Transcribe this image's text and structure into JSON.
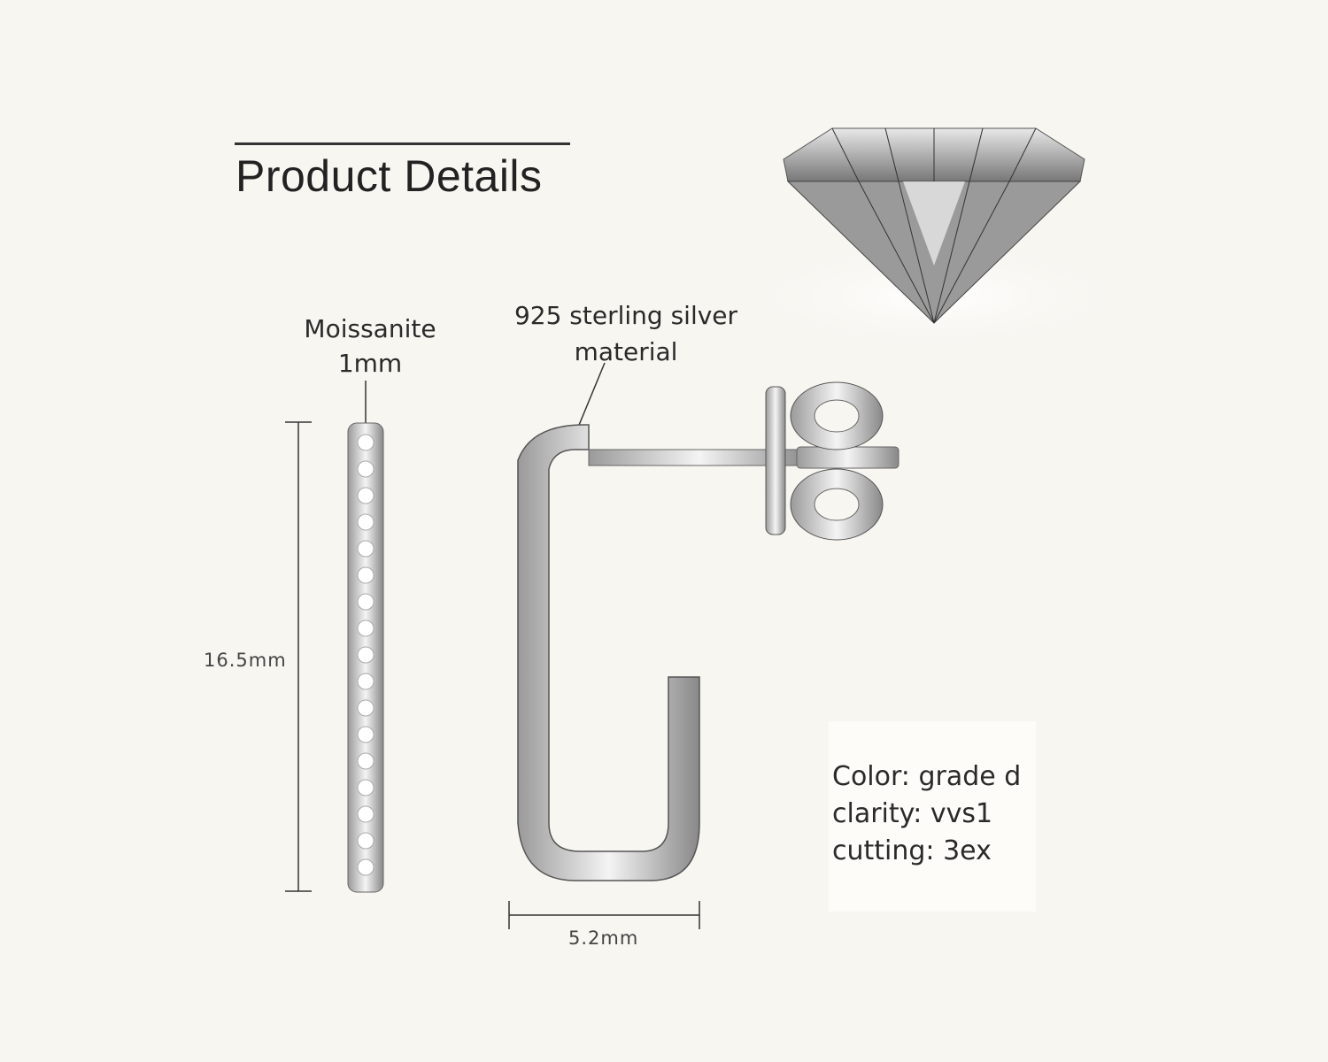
{
  "title": "Product Details",
  "labels": {
    "stone": "Moissanite",
    "stone_size": "1mm",
    "material_line1": "925 sterling silver",
    "material_line2": "material"
  },
  "dimensions": {
    "height": "16.5mm",
    "width": "5.2mm"
  },
  "specs": [
    "Color: grade d",
    "clarity: vvs1",
    "cutting: 3ex"
  ]
}
